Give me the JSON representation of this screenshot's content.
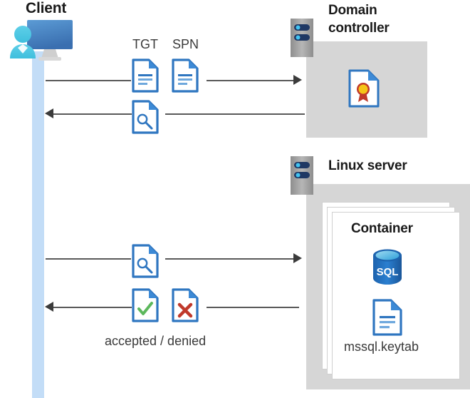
{
  "diagram": {
    "type": "sequence-architecture",
    "title_nodes": {
      "client": "Client",
      "domain_controller": "Domain\ncontroller",
      "domain_controller_line1": "Domain",
      "domain_controller_line2": "controller",
      "linux_server": "Linux server",
      "container": "Container"
    },
    "labels": {
      "tgt": "TGT",
      "spn": "SPN",
      "accepted_denied": "accepted / denied",
      "keytab_file": "mssql.keytab"
    },
    "icons": {
      "client": "user-at-monitor-icon",
      "server_rack": "server-rack-icon",
      "certificate_document": "certificate-document-icon",
      "sql_database": "sql-database-icon",
      "key_document": "key-document-icon",
      "text_document": "text-document-icon",
      "approved_document": "check-document-icon",
      "rejected_document": "x-document-icon"
    },
    "flows": [
      {
        "id": "flow-1",
        "from": "client",
        "to": "domain-controller",
        "direction": "right",
        "carries": [
          "TGT",
          "SPN"
        ]
      },
      {
        "id": "flow-2",
        "from": "domain-controller",
        "to": "client",
        "direction": "left",
        "carries": [
          "service-ticket"
        ]
      },
      {
        "id": "flow-3",
        "from": "client",
        "to": "linux-server",
        "direction": "right",
        "carries": [
          "service-ticket"
        ]
      },
      {
        "id": "flow-4",
        "from": "linux-server",
        "to": "client",
        "direction": "left",
        "carries": [
          "accepted / denied"
        ]
      }
    ],
    "colors": {
      "lifeline": "#c3ddf7",
      "server_panel": "#d6d6d6",
      "doc_blue": "#2f76c0",
      "doc_fold": "#3d8ad6",
      "sql_blue": "#1e67b0",
      "check_green": "#5cb85c",
      "cross_red": "#c0392b",
      "arrow": "#3b3b3b",
      "text": "#1a1a1a",
      "rack_navy": "#1f3864",
      "rack_dot": "#41c4f2"
    }
  }
}
